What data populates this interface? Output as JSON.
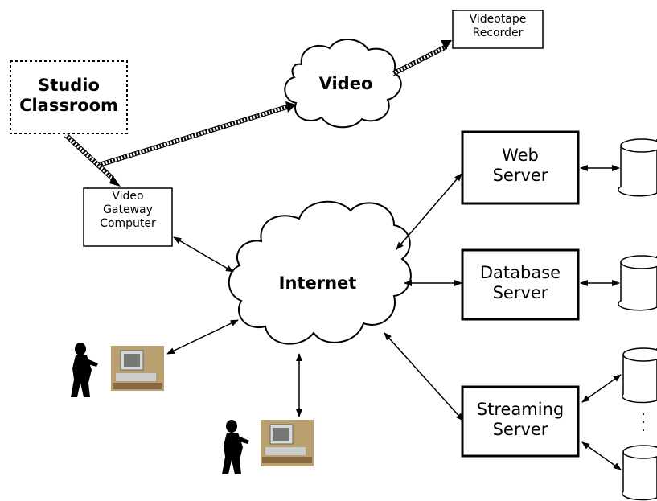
{
  "nodes": {
    "studio": {
      "line1": "Studio",
      "line2": "Classroom"
    },
    "video": {
      "label": "Video"
    },
    "vcr": {
      "line1": "Videotape",
      "line2": "Recorder"
    },
    "gateway": {
      "line1": "Video",
      "line2": "Gateway",
      "line3": "Computer"
    },
    "internet": {
      "label": "Internet"
    },
    "web": {
      "line1": "Web",
      "line2": "Server"
    },
    "db": {
      "line1": "Database",
      "line2": "Server"
    },
    "stream": {
      "line1": "Streaming",
      "line2": "Server"
    },
    "ellipsis": {
      "label": "."
    }
  },
  "icons": [
    "database-cylinder-icon",
    "person-silhouette-icon",
    "computer-workstation-icon",
    "cloud-icon"
  ],
  "colors": {
    "line": "#000000",
    "stream_link": "#999999",
    "computer_bg": "#b8a070"
  }
}
